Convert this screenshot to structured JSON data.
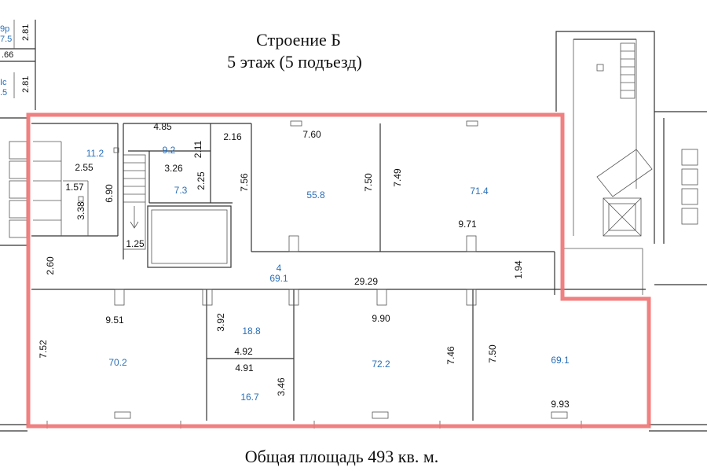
{
  "plan": {
    "title_line1": "Строение Б",
    "title_line2": "5 этаж (5 подъезд)",
    "total_area_text": "Общая площадь 493 кв. м."
  },
  "dimensions": {
    "r1_w": "4.85",
    "r2_w": "2.16",
    "r2_h": "2.11",
    "r3_w": "3.26",
    "r3_h": "2.25",
    "wc_w": "2.55",
    "wc_w2": "1.57",
    "wc_h": "3.38",
    "stair_h": "6.90",
    "stair_w": "1.25",
    "big1_w": "7.60",
    "big1_h_left": "7.56",
    "big1_h_right": "7.50",
    "big2_h": "7.49",
    "big2_w": "9.71",
    "corr_h_left": "2.60",
    "corr_len": "29.29",
    "corr_h_right": "1.94",
    "b1_w": "9.51",
    "b1_h": "7.52",
    "b2_h": "3.92",
    "b2_w": "4.92",
    "b3_w": "4.91",
    "b3_h": "3.46",
    "b4_w": "9.90",
    "b4_h": "7.46",
    "b5_h": "7.50",
    "b5_w": "9.93"
  },
  "areas": {
    "wc": "11.2",
    "r1": "9.2",
    "r3": "7.3",
    "big1": "55.8",
    "big2": "71.4",
    "corr_num": "4",
    "corr": "69.1",
    "b1": "70.2",
    "b2": "18.8",
    "b3": "16.7",
    "b4": "72.2",
    "b5": "69.1"
  },
  "left_fragment": {
    "t1": "9р",
    "t2": "7.5",
    "t3": "2.81",
    "t4": ".66",
    "t5": "Ic",
    "t6": ".5",
    "t7": "2.81"
  },
  "colors": {
    "highlight": "#f07272",
    "area_text": "#2a6fb7"
  }
}
